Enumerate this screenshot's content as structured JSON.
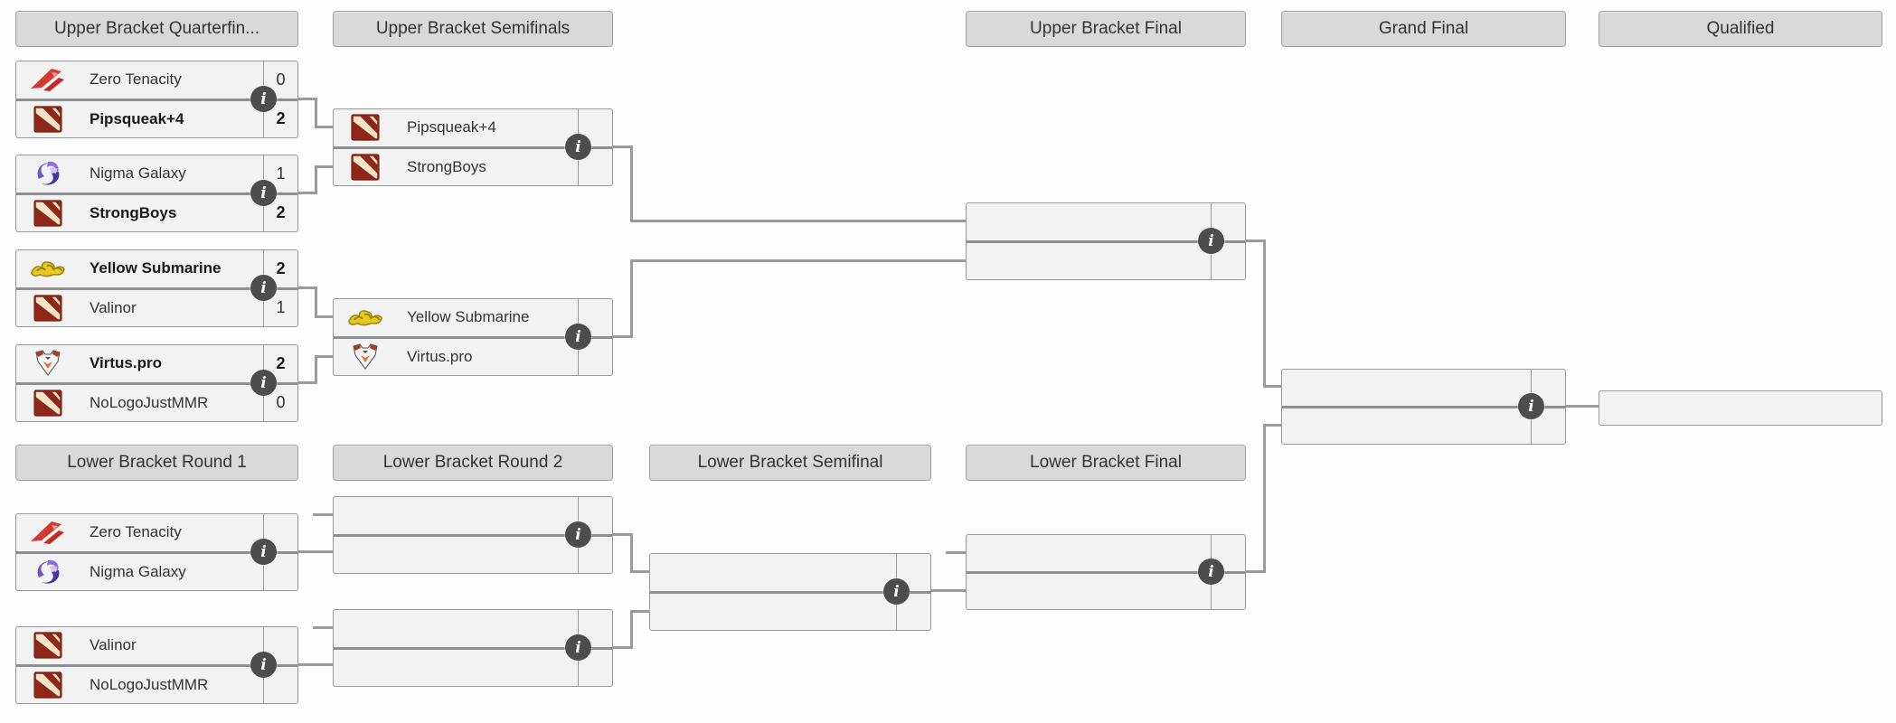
{
  "title": "Tournament Bracket",
  "colors": {
    "header_bg": "#d9d9d9",
    "header_border": "#9c9c9c",
    "match_bg": "#f2f2f2",
    "match_border": "#979797",
    "connector": "#9a9a9a",
    "info_icon_bg": "#4d4d4d",
    "info_icon_glyph_color": "#ffffff",
    "dota_logo_red": "#8e2717",
    "zero_tenacity_red": "#d23a31",
    "nigma_purple": "#6d55c4",
    "yellow_submarine_yellow": "#e8c81e",
    "virtus_pro_orange": "#e86a1c"
  },
  "icons": {
    "info_glyph": "i"
  },
  "headers": {
    "ub_quarterfinals": "Upper Bracket Quarterfin...",
    "ub_semifinals": "Upper Bracket Semifinals",
    "ub_final": "Upper Bracket Final",
    "grand_final": "Grand Final",
    "qualified": "Qualified",
    "lb_round1": "Lower Bracket Round 1",
    "lb_round2": "Lower Bracket Round 2",
    "lb_semifinal": "Lower Bracket Semifinal",
    "lb_final": "Lower Bracket Final"
  },
  "matches": {
    "ub_qf1": {
      "top": {
        "name": "Zero Tenacity",
        "logo": "zero-tenacity",
        "score": "0",
        "winner": false
      },
      "bottom": {
        "name": "Pipsqueak+4",
        "logo": "dota-default",
        "score": "2",
        "winner": true
      }
    },
    "ub_qf2": {
      "top": {
        "name": "Nigma Galaxy",
        "logo": "nigma-galaxy",
        "score": "1",
        "winner": false
      },
      "bottom": {
        "name": "StrongBoys",
        "logo": "dota-default",
        "score": "2",
        "winner": true
      }
    },
    "ub_qf3": {
      "top": {
        "name": "Yellow Submarine",
        "logo": "yellow-submarine",
        "score": "2",
        "winner": true
      },
      "bottom": {
        "name": "Valinor",
        "logo": "dota-default",
        "score": "1",
        "winner": false
      }
    },
    "ub_qf4": {
      "top": {
        "name": "Virtus.pro",
        "logo": "virtus-pro",
        "score": "2",
        "winner": true
      },
      "bottom": {
        "name": "NoLogoJustMMR",
        "logo": "dota-default",
        "score": "0",
        "winner": false
      }
    },
    "ub_sf1": {
      "top": {
        "name": "Pipsqueak+4",
        "logo": "dota-default",
        "score": "",
        "winner": false
      },
      "bottom": {
        "name": "StrongBoys",
        "logo": "dota-default",
        "score": "",
        "winner": false
      }
    },
    "ub_sf2": {
      "top": {
        "name": "Yellow Submarine",
        "logo": "yellow-submarine",
        "score": "",
        "winner": false
      },
      "bottom": {
        "name": "Virtus.pro",
        "logo": "virtus-pro",
        "score": "",
        "winner": false
      }
    },
    "ub_final": {
      "top": {
        "name": "",
        "score": ""
      },
      "bottom": {
        "name": "",
        "score": ""
      }
    },
    "grand_final": {
      "top": {
        "name": "",
        "score": ""
      },
      "bottom": {
        "name": "",
        "score": ""
      }
    },
    "lb_r1_m1": {
      "top": {
        "name": "Zero Tenacity",
        "logo": "zero-tenacity",
        "score": "",
        "winner": false
      },
      "bottom": {
        "name": "Nigma Galaxy",
        "logo": "nigma-galaxy",
        "score": "",
        "winner": false
      }
    },
    "lb_r1_m2": {
      "top": {
        "name": "Valinor",
        "logo": "dota-default",
        "score": "",
        "winner": false
      },
      "bottom": {
        "name": "NoLogoJustMMR",
        "logo": "dota-default",
        "score": "",
        "winner": false
      }
    },
    "lb_r2_m1": {
      "top": {
        "name": "",
        "score": ""
      },
      "bottom": {
        "name": "",
        "score": ""
      }
    },
    "lb_r2_m2": {
      "top": {
        "name": "",
        "score": ""
      },
      "bottom": {
        "name": "",
        "score": ""
      }
    },
    "lb_semifinal": {
      "top": {
        "name": "",
        "score": ""
      },
      "bottom": {
        "name": "",
        "score": ""
      }
    },
    "lb_final": {
      "top": {
        "name": "",
        "score": ""
      },
      "bottom": {
        "name": "",
        "score": ""
      }
    }
  },
  "qualified_slot": {
    "name": ""
  }
}
